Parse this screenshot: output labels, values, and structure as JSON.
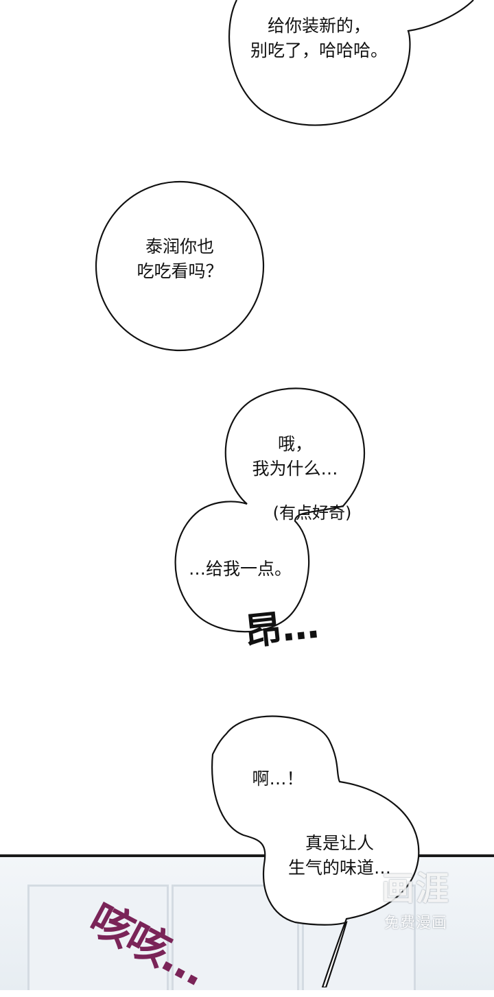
{
  "bubbles": [
    {
      "id": "bubble-1",
      "lines": "给你装新的，\n别吃了，哈哈哈。"
    },
    {
      "id": "bubble-2",
      "lines": "泰润你也\n吃吃看吗？"
    },
    {
      "id": "bubble-3",
      "lines": "哦，\n我为什么…"
    },
    {
      "id": "bubble-3-aside",
      "lines": "(有点好奇)"
    },
    {
      "id": "bubble-4",
      "lines": "…给我一点。"
    },
    {
      "id": "bubble-5a",
      "lines": "啊…！"
    },
    {
      "id": "bubble-5b",
      "lines": "真是让人\n生气的味道…"
    }
  ],
  "sound_effects": {
    "chomp": "昂…",
    "cough": "咳咳…"
  },
  "colors": {
    "cough": "#7a2458",
    "ink": "#111111"
  },
  "watermark": {
    "logo": "画涯",
    "subtitle": "免费漫画"
  }
}
